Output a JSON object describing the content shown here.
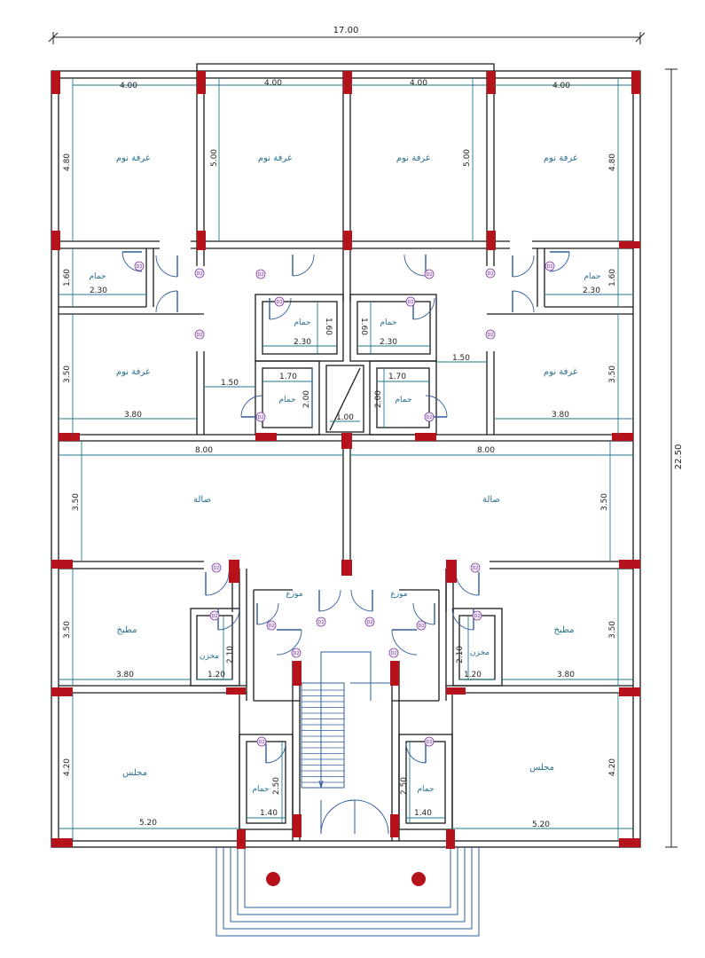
{
  "overall": {
    "width": "17.00",
    "depth": "22.50"
  },
  "rooms": {
    "bedroom": "غرفة نوم",
    "bath": "حمام",
    "hall": "صالة",
    "kitchen": "مطبخ",
    "store": "مخزن",
    "lobby": "موزع",
    "salon": "مجلس"
  },
  "dims": {
    "d400": "4.00",
    "d480": "4.80",
    "d500": "5.00",
    "d160": "1.60",
    "d230": "2.30",
    "d350": "3.50",
    "d380": "3.80",
    "d150": "1.50",
    "d170": "1.70",
    "d200": "2.00",
    "d100": "1.00",
    "d800": "8.00",
    "d210": "2.10",
    "d120": "1.20",
    "d420": "4.20",
    "d520": "5.20",
    "d250": "2.50",
    "d140": "1.40"
  },
  "door_tag": "D2",
  "colors": {
    "wall": "#1a1a1a",
    "column": "#b5121b",
    "dimension": "#1f7a8c",
    "label": "#2a6f8f",
    "door": "#7a3f99",
    "stair": "#2f5d9e"
  }
}
